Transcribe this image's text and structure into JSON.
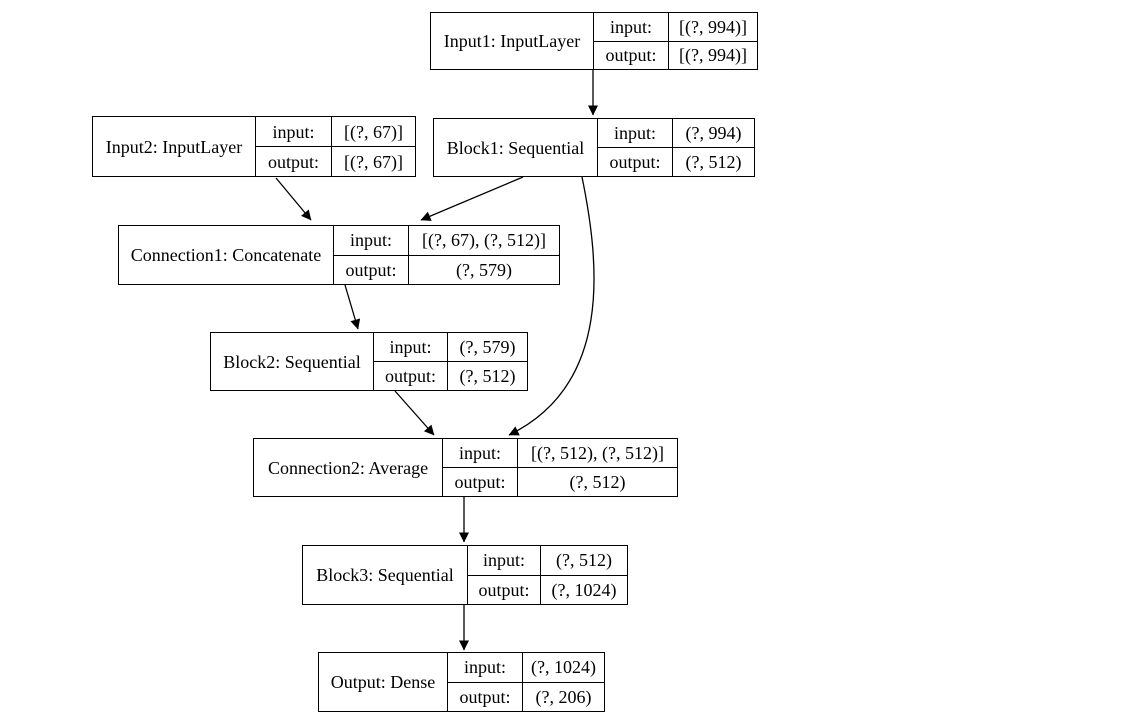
{
  "diagram": {
    "type": "keras-model-architecture",
    "key_input": "input:",
    "key_output": "output:",
    "colors": {
      "background": "#ffffff",
      "border": "#000000",
      "text": "#000000"
    },
    "nodes": [
      {
        "id": "input1",
        "label": "Input1: InputLayer",
        "input": "[(?, 994)]",
        "output": "[(?, 994)]"
      },
      {
        "id": "input2",
        "label": "Input2: InputLayer",
        "input": "[(?, 67)]",
        "output": "[(?, 67)]"
      },
      {
        "id": "block1",
        "label": "Block1: Sequential",
        "input": "(?, 994)",
        "output": "(?, 512)"
      },
      {
        "id": "connection1",
        "label": "Connection1: Concatenate",
        "input": "[(?, 67), (?, 512)]",
        "output": "(?, 579)"
      },
      {
        "id": "block2",
        "label": "Block2: Sequential",
        "input": "(?, 579)",
        "output": "(?, 512)"
      },
      {
        "id": "connection2",
        "label": "Connection2: Average",
        "input": "[(?, 512), (?, 512)]",
        "output": "(?, 512)"
      },
      {
        "id": "block3",
        "label": "Block3: Sequential",
        "input": "(?, 512)",
        "output": "(?, 1024)"
      },
      {
        "id": "output",
        "label": "Output: Dense",
        "input": "(?, 1024)",
        "output": "(?, 206)"
      }
    ],
    "edges": [
      {
        "from": "input1",
        "to": "block1"
      },
      {
        "from": "input2",
        "to": "connection1"
      },
      {
        "from": "block1",
        "to": "connection1"
      },
      {
        "from": "block1",
        "to": "connection2"
      },
      {
        "from": "connection1",
        "to": "block2"
      },
      {
        "from": "block2",
        "to": "connection2"
      },
      {
        "from": "connection2",
        "to": "block3"
      },
      {
        "from": "block3",
        "to": "output"
      }
    ]
  }
}
